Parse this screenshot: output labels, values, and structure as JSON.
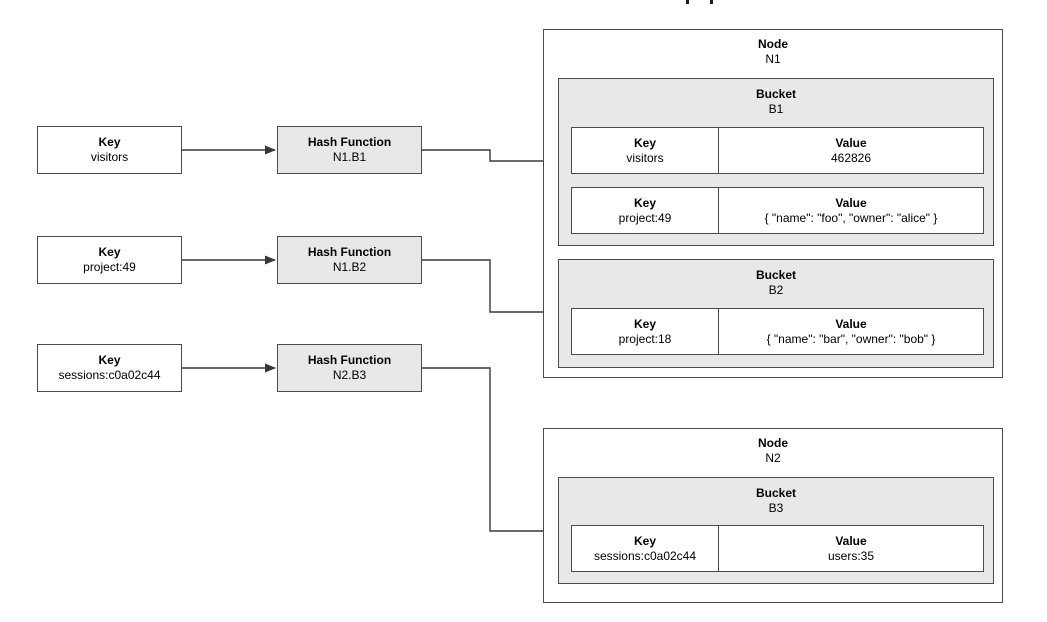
{
  "keys": [
    {
      "title": "Key",
      "value": "visitors"
    },
    {
      "title": "Key",
      "value": "project:49"
    },
    {
      "title": "Key",
      "value": "sessions:c0a02c44"
    }
  ],
  "hashes": [
    {
      "title": "Hash Function",
      "value": "N1.B1"
    },
    {
      "title": "Hash Function",
      "value": "N1.B2"
    },
    {
      "title": "Hash Function",
      "value": "N2.B3"
    }
  ],
  "nodes": [
    {
      "title": "Node",
      "id": "N1",
      "buckets": [
        {
          "title": "Bucket",
          "id": "B1",
          "rows": [
            {
              "key_title": "Key",
              "key": "visitors",
              "value_title": "Value",
              "value": "462826"
            },
            {
              "key_title": "Key",
              "key": "project:49",
              "value_title": "Value",
              "value": "{ \"name\": \"foo\", \"owner\": \"alice\" }"
            }
          ]
        },
        {
          "title": "Bucket",
          "id": "B2",
          "rows": [
            {
              "key_title": "Key",
              "key": "project:18",
              "value_title": "Value",
              "value": "{ \"name\": \"bar\", \"owner\": \"bob\" }"
            }
          ]
        }
      ]
    },
    {
      "title": "Node",
      "id": "N2",
      "buckets": [
        {
          "title": "Bucket",
          "id": "B3",
          "rows": [
            {
              "key_title": "Key",
              "key": "sessions:c0a02c44",
              "value_title": "Value",
              "value": "users:35"
            }
          ]
        }
      ]
    }
  ],
  "colors": {
    "box_fill": "#ffffff",
    "shaded_fill": "#e8e8e8",
    "border": "#4c4c4c",
    "arrow": "#383838"
  }
}
